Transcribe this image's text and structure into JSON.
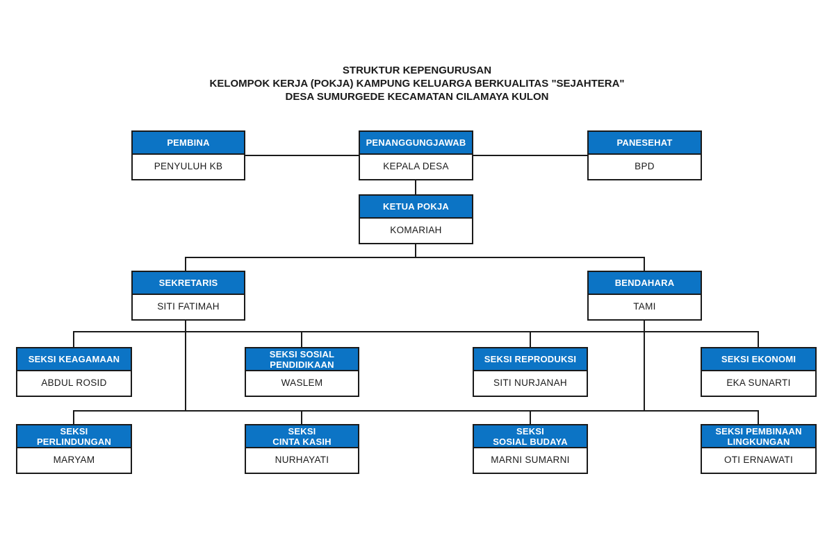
{
  "title": {
    "line1": "STRUKTUR KEPENGURUSAN",
    "line2": "KELOMPOK KERJA (POKJA) KAMPUNG KELUARGA BERKUALITAS \"SEJAHTERA\"",
    "line3": "DESA SUMURGEDE KECAMATAN CILAMAYA KULON"
  },
  "colors": {
    "header_bg": "#0C74C5",
    "header_text": "#FFFFFF",
    "line_color": "#1A1A1A",
    "text_color": "#1A1A1A",
    "page_bg": "#FFFFFF"
  },
  "nodes": {
    "pembina": {
      "role": "PEMBINA",
      "name": "PENYULUH KB"
    },
    "penanggungjawab": {
      "role": "PENANGGUNGJAWAB",
      "name": "KEPALA DESA"
    },
    "panesehat": {
      "role": "PANESEHAT",
      "name": "BPD"
    },
    "ketua_pokja": {
      "role": "KETUA POKJA",
      "name": "KOMARIAH"
    },
    "sekretaris": {
      "role": "SEKRETARIS",
      "name": "SITI FATIMAH"
    },
    "bendahara": {
      "role": "BENDAHARA",
      "name": "TAMI"
    },
    "seksi_keagamaan": {
      "role": "SEKSI KEAGAMAAN",
      "name": "ABDUL ROSID"
    },
    "seksi_sosial_pendidikan": {
      "role": "SEKSI SOSIAL\nPENDIDIKAAN",
      "name": "WASLEM"
    },
    "seksi_reproduksi": {
      "role": "SEKSI REPRODUKSI",
      "name": "SITI NURJANAH"
    },
    "seksi_ekonomi": {
      "role": "SEKSI EKONOMI",
      "name": "EKA SUNARTI"
    },
    "seksi_perlindungan": {
      "role": "SEKSI\nPERLINDUNGAN",
      "name": "MARYAM"
    },
    "seksi_cinta_kasih": {
      "role": "SEKSI\nCINTA KASIH",
      "name": "NURHAYATI"
    },
    "seksi_sosial_budaya": {
      "role": "SEKSI\nSOSIAL BUDAYA",
      "name": "MARNI SUMARNI"
    },
    "seksi_pembinaan_lingkungan": {
      "role": "SEKSI PEMBINAAN\nLINGKUNGAN",
      "name": "OTI ERNAWATI"
    }
  }
}
